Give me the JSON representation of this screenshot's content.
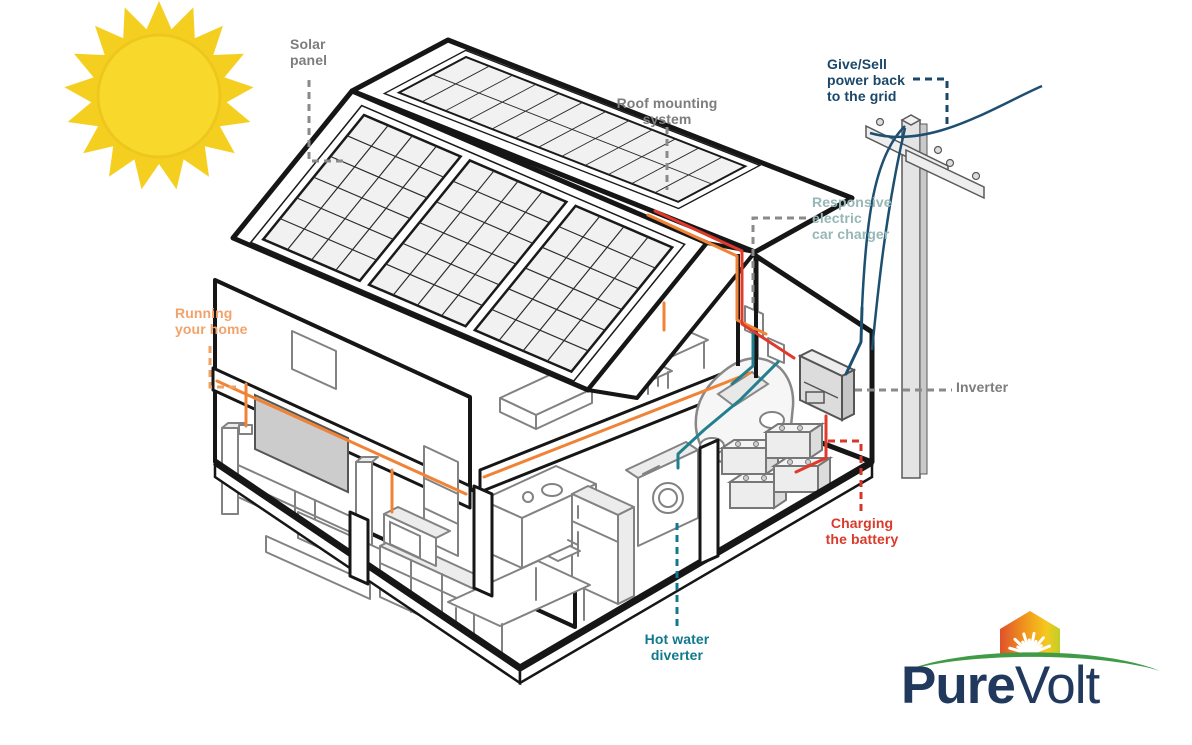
{
  "diagram": {
    "labels": {
      "solar_panel": "Solar\npanel",
      "roof_mounting_system": "Roof mounting\nsystem",
      "give_sell_grid": "Give/Sell\npower back\nto the grid",
      "responsive_car_charger": "Responsive\nelectric\ncar charger",
      "inverter": "Inverter",
      "running_your_home": "Running\nyour home",
      "charging_the_battery": "Charging\nthe battery",
      "hot_water_diverter": "Hot water\ndiverter"
    },
    "label_colors": {
      "gray": "#7d7d7d",
      "navy": "#1b4769",
      "muted_teal": "#96b7b7",
      "orange": "#f1a36b",
      "red": "#d93a2b",
      "teal": "#10798c"
    },
    "wire_colors": {
      "solar_orange": "#f08336",
      "battery_red": "#e03a2c",
      "hot_water_teal": "#217f8e",
      "grid_navy": "#1d4f70"
    },
    "sun_color": "#f5cf20",
    "line_color": "#161616"
  },
  "logo": {
    "brand_bold": "Pure",
    "brand_light": "Volt",
    "navy": "#22395e",
    "green": "#3f9b46",
    "house_gradient": [
      "#e0512c",
      "#f29b1d",
      "#f4c91d",
      "#bfce2a"
    ]
  }
}
